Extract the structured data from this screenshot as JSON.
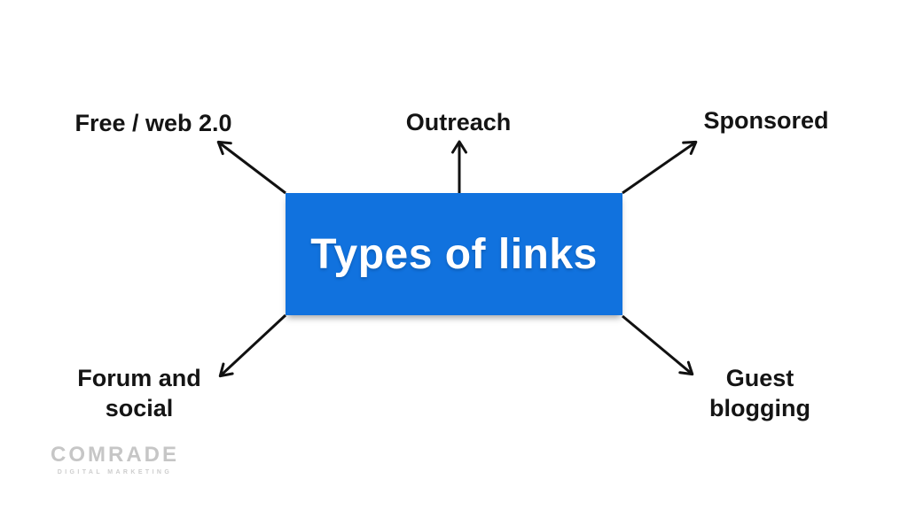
{
  "page": {
    "background_color": "#ffffff"
  },
  "diagram": {
    "center": {
      "label": "Types of links",
      "fill_color": "#1172DE",
      "text_color": "#ffffff"
    },
    "arrow_color": "#111111",
    "branches": [
      {
        "id": "free-web-20",
        "label": "Free / web 2.0",
        "position": "top-left"
      },
      {
        "id": "outreach",
        "label": "Outreach",
        "position": "top-center"
      },
      {
        "id": "sponsored",
        "label": "Sponsored",
        "position": "top-right"
      },
      {
        "id": "forum-and-social",
        "label": "Forum and social",
        "position": "bottom-left"
      },
      {
        "id": "guest-blogging",
        "label": "Guest blogging",
        "position": "bottom-right"
      }
    ]
  },
  "logo": {
    "name": "COMRADE",
    "tagline": "DIGITAL MARKETING"
  }
}
